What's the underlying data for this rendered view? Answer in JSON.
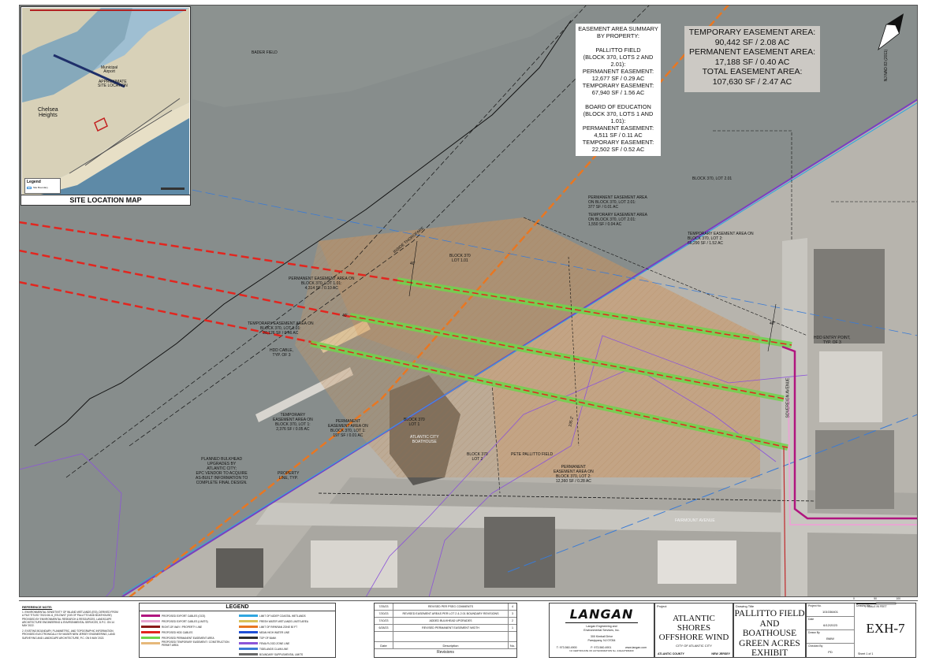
{
  "map": {
    "labels": {
      "bader_field": "BADER FIELD",
      "inside_thorofare": "INSIDE THOROFARE",
      "block_370_lot_201": "BLOCK 370, LOT 2.01",
      "block_370_lot_101": "BLOCK 370\nLOT 1.01",
      "block_370_lot_1": "BLOCK 370\nLOT 1",
      "block_370_lot_2": "BLOCK 370\nLOT 2",
      "atlantic_city_boathouse": "ATLANTIC CITY\nBOATHOUSE",
      "pete_pallitto_field": "PETE PALLITTO FIELD",
      "fairmount_avenue": "FAIRMOUNT AVENUE",
      "sovereign_avenue": "SOVEREIGN AVENUE",
      "perm_lot201": "PERMANENT EASEMENT AREA\nON BLOCK 370, LOT 2.01:\n377 SF / 0.01 AC",
      "temp_lot201": "TEMPORARY EASEMENT AREA\nON BLOCK 370, LOT 2.01:\n1,550 SF / 0.04 AC",
      "temp_lot2": "TEMPORARY EASEMENT AREA ON\nBLOCK 370, LOT 2:\n66,290 SF / 1.52 AC",
      "perm_lot101": "PERMANENT EASEMENT AREA ON\nBLOCK 370, LOT 1.01:\n4,314 SF / 0.10 AC",
      "temp_lot101": "TEMPORARY EASEMENT AREA ON\nBLOCK 370, LOT 1.01:\n20,126 SF / 0.46 AC",
      "hdd_cable": "HDD CABLE,\nTYP. OF 3",
      "hdd_entry": "HDD ENTRY POINT,\nTYP. OF 3",
      "temp_lot1": "TEMPORARY\nEASEMENT AREA ON\nBLOCK 370, LOT 1:\n2,376 SF / 0.05 AC",
      "perm_lot1": "PERMANENT\nEASEMENT AREA ON\nBLOCK 370, LOT 1:\n197 SF / 0.01 AC",
      "bulkhead": "PLANNED BULKHEAD\nUPGRADES BY\nATLANTIC CITY;\nEPC VENDOR TO ACQUIRE\nAS-BUILT INFORMATION TO\nCOMPLETE FINAL DESIGN.",
      "property_line": "PROPERTY\nLINE, TYP.",
      "perm_lot2": "PERMANENT\nEASEMENT AREA ON\nBLOCK 370, LOT 2:\n12,360 SF / 0.28 AC",
      "dim_40_a": "40'",
      "dim_40_b": "40'",
      "dim_40_c": "40'",
      "dim_2352": "235.2'"
    }
  },
  "inset": {
    "title": "SITE LOCATION MAP",
    "label_site": "APPROXIMATE\nSITE LOCATION",
    "label_chelsea": "Chelsea\nHeights",
    "label_airport": "Municipal\nAirport",
    "legend_title": "Legend",
    "legend_item": "Site Boundary"
  },
  "summary": {
    "heading": "EASEMENT AREA SUMMARY BY PROPERTY:",
    "p1_name": "PALLITTO FIELD",
    "p1_lots": "(BLOCK 370, LOTS 2 AND 2.01):",
    "p1_perm_label": "PERMANENT EASEMENT:",
    "p1_perm": "12,677 SF / 0.29 AC",
    "p1_temp_label": "TEMPORARY EASEMENT:",
    "p1_temp": "67,940 SF / 1.56 AC",
    "p2_name": "BOARD OF EDUCATION",
    "p2_lots": "(BLOCK 370, LOTS 1 AND 1.01):",
    "p2_perm_label": "PERMANENT EASEMENT:",
    "p2_perm": "4,511 SF / 0.11 AC",
    "p2_temp_label": "TEMPORARY EASEMENT:",
    "p2_temp": "22,502 SF / 0.52 AC"
  },
  "totals": {
    "temp_label": "TEMPORARY EASEMENT AREA:",
    "temp": "90,442 SF / 2.08 AC",
    "perm_label": "PERMANENT EASEMENT AREA:",
    "perm": "17,188 SF / 0.40 AC",
    "total_label": "TOTAL EASEMENT AREA:",
    "total": "107,630 SF / 2.47 AC"
  },
  "north_arrow": {
    "label": "NJ NAD 83 (2011)"
  },
  "scale": {
    "label": "SCALE IN FEET",
    "ticks": [
      "0",
      "50",
      "100"
    ]
  },
  "reference": {
    "heading": "REFERENCE NOTE:",
    "note1": "1.   ENVIRONMENTAL SENSITIVITY OF INLAND WETLANDS (ESI), DERIVED FROM A FILE TITLED \"2022-08-11_ESI.DWG\" (GIS OF PALLITTO AND BOATHOUSE) PROVIDED BY ENVIRONMENTAL RESEARCH & RESOURCES, LANDSCAPE ARCHITECTURE ENGINEERING & ENVIRONMENTAL SERVICES, D.P.C. ON 14 MAY 2022.",
    "note2": "2.   EXISTING BOUNDARY, PLANIMETRIC, AND TOPOGRAPHIC INFORMATION PROVIDED ELECTRONICALLY BY MASER NEW JERSEY ENGINEERING, LAND SURVEYING AND LANDSCAPE ARCHITECTURE, P.C. ON 5 MAY 2022."
  },
  "legend": {
    "title": "LEGEND",
    "left": [
      {
        "label": "PROPOSED EXPORT CABLES (OCS)",
        "color": "#b0157f"
      },
      {
        "label": "PROPOSED EXPORT CABLES (LIMITS)",
        "color": "#e8a6d2"
      },
      {
        "label": "RIGHT-OF-WAY / PROPERTY LINE",
        "color": "#8b1a1a"
      },
      {
        "label": "PROPOSED HDD CABLES",
        "color": "#e2261f"
      },
      {
        "label": "PROPOSED PERMANENT EASEMENT AREA",
        "color": "#6fd44b"
      },
      {
        "label": "PROPOSED TEMPORARY EASEMENT / CONSTRUCTION PERMIT AREA",
        "color": "#e6b87a"
      }
    ],
    "right": [
      {
        "label": "LIMIT OF NJDEP COASTAL WETLANDS",
        "color": "#2fa6e0"
      },
      {
        "label": "FRESH WATER WETLANDS LIMITS AREA",
        "color": "#d8c25a"
      },
      {
        "label": "LIMIT OF RIPARIAN ZONE 50 FT",
        "color": "#e87722"
      },
      {
        "label": "MEAN HIGH WATER LINE",
        "color": "#1f4fd6"
      },
      {
        "label": "TOP OF BANK",
        "color": "#2f2f2f"
      },
      {
        "label": "FEMA FLOOD ZONE LINE",
        "color": "#8c55d8"
      },
      {
        "label": "TIDELANDS CLAIM LINE",
        "color": "#3a7bd5"
      },
      {
        "label": "BOUNDARY SUPPLEMENTAL LIMITS",
        "color": "#6a6a6a"
      }
    ]
  },
  "revisions": {
    "rows": [
      {
        "date": "7/25/23",
        "desc": "REVISED PER PSEG COMMENTS",
        "no": "4"
      },
      {
        "date": "7/20/23",
        "desc": "REVISED EASEMENT AREAS PER LOT 2 & 2.01 BOUNDARY REVISIONS",
        "no": "3"
      },
      {
        "date": "7/10/23",
        "desc": "ADDED BULKHEAD UPGRADES",
        "no": "2"
      },
      {
        "date": "6/28/23",
        "desc": "REVISED PERMANENT EASEMENT WIDTH",
        "no": "1"
      }
    ],
    "col_date": "Date",
    "col_desc": "Description",
    "col_no": "No.",
    "title": "Revisions"
  },
  "company": {
    "logo": "LANGAN",
    "name1": "Langan Engineering and",
    "name2": "Environmental Services, Inc.",
    "addr1": "300 Kimball Drive",
    "addr2": "Parsippany, NJ 07054",
    "phone": "T: 973.560.4900",
    "fax": "F: 973.560.4901",
    "web": "www.langan.com",
    "cert": "NJ CERTIFICATE OF AUTHORIZATION No. 24GA27996400"
  },
  "project": {
    "label": "Project",
    "name": "ATLANTIC SHORES OFFSHORE WIND",
    "city": "CITY OF ATLANTIC CITY",
    "county": "ATLANTIC COUNTY",
    "state": "NEW JERSEY"
  },
  "drawing": {
    "label": "Drawing Title",
    "title": "PALLITTO FIELD AND BOATHOUSE GREEN ACRES EXHIBIT"
  },
  "meta": {
    "project_no_label": "Project No.",
    "project_no": "101036401",
    "date_label": "Date",
    "date": "6/12/2023",
    "drawn_label": "Drawn By",
    "drawn": "BMW",
    "checked_label": "Checked By",
    "checked": "PD",
    "drawing_no_label": "Drawing No.",
    "drawing_no": "EXH-7",
    "sheet": "Sheet  1  of  1"
  }
}
